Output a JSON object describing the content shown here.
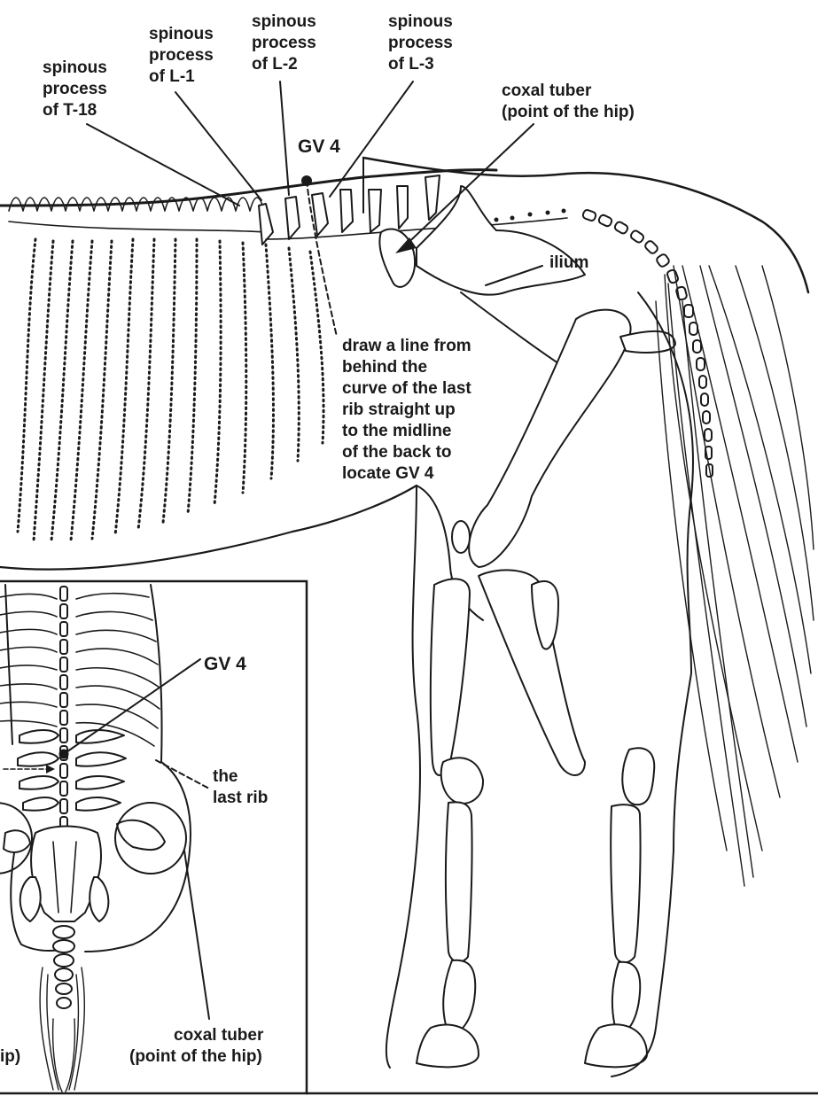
{
  "labels": {
    "spinous_t18": [
      "spinous",
      "process",
      "of T-18"
    ],
    "spinous_l1": [
      "spinous",
      "process",
      "of L-1"
    ],
    "spinous_l2": [
      "spinous",
      "process",
      "of L-2"
    ],
    "spinous_l3": [
      "spinous",
      "process",
      "of L-3"
    ],
    "coxal_tuber_side": [
      "coxal tuber",
      "(point of the hip)"
    ],
    "gv4_side": "GV 4",
    "ilium": "ilium",
    "instruction": [
      "draw a line from",
      "behind the",
      "curve of the last",
      "rib straight up",
      "to the midline",
      "of the back to",
      "locate GV 4"
    ],
    "gv4_inset": "GV 4",
    "last_rib": [
      "the",
      "last rib"
    ],
    "coxal_tuber_inset": [
      "coxal tuber",
      "(point of the hip)"
    ],
    "coxal_tuber_inset_cut": "ip)"
  },
  "colors": {
    "ink": "#1a1a1a",
    "background": "#ffffff"
  }
}
